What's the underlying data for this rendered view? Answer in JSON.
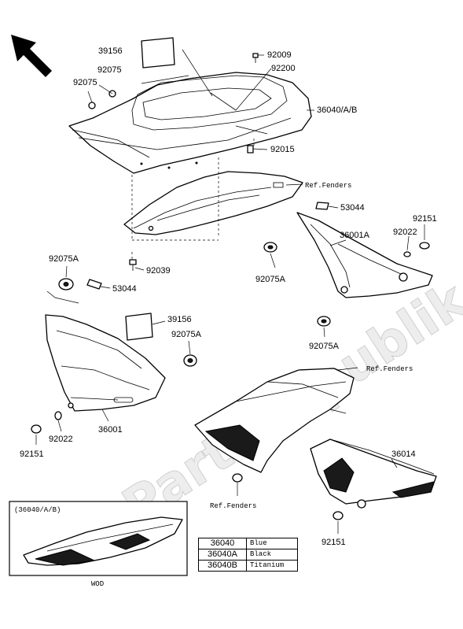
{
  "watermark": "PartsRepublik",
  "callouts": {
    "c39156_top": "39156",
    "c92075_a": "92075",
    "c92075_b": "92075",
    "c92009": "92009",
    "c92200": "92200",
    "c36040": "36040/A/B",
    "c92015": "92015",
    "ref_fenders_1": "Ref.Fenders",
    "c92039": "92039",
    "c53044_right": "53044",
    "c92151_right": "92151",
    "c36001A": "36001A",
    "c92022_right": "92022",
    "c92075A_right1": "92075A",
    "c92075A_right2": "92075A",
    "c92075A_left1": "92075A",
    "c53044_left": "53044",
    "c39156_mid": "39156",
    "c92075A_left2": "92075A",
    "ref_fenders_2": "Ref.Fenders",
    "c92022_left": "92022",
    "c36001": "36001",
    "c92151_left": "92151",
    "c36014": "36014",
    "ref_fenders_3": "Ref.Fenders",
    "c92151_bottom": "92151"
  },
  "inset": {
    "title": "(36040/A/B)",
    "caption": "WOD"
  },
  "color_table": [
    {
      "code": "36040",
      "color": "Blue"
    },
    {
      "code": "36040A",
      "color": "Black"
    },
    {
      "code": "36040B",
      "color": "Titanium"
    }
  ]
}
